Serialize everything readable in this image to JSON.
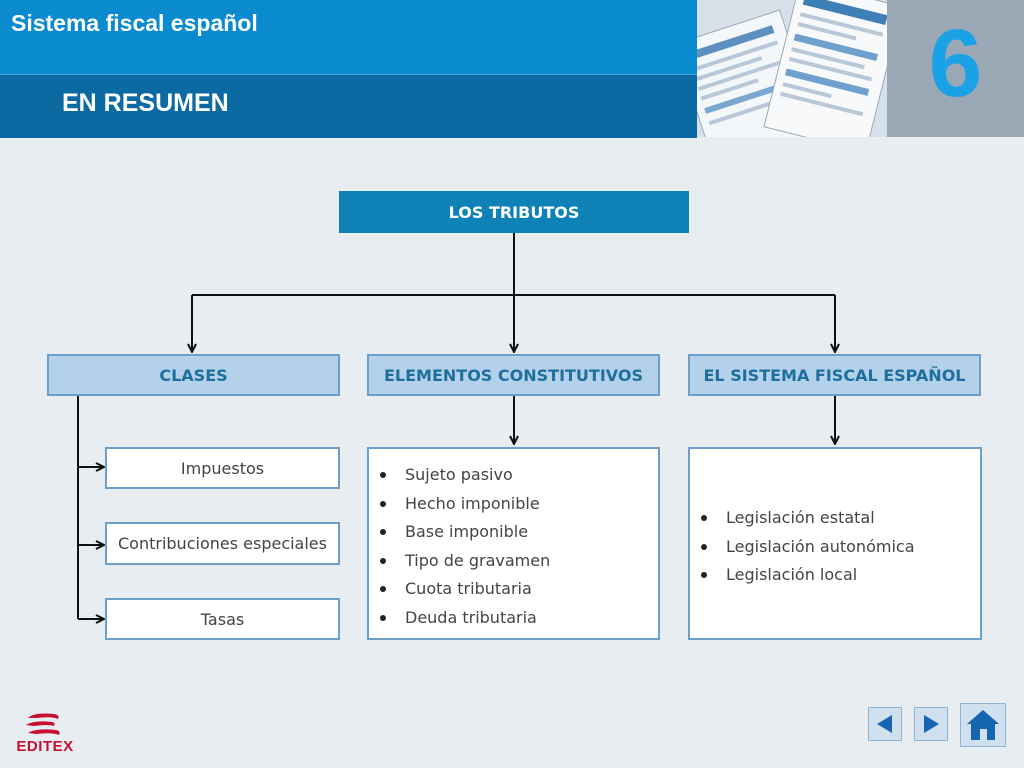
{
  "header": {
    "app_title": "Sistema fiscal español",
    "section_title": "EN RESUMEN",
    "chapter_number": "6"
  },
  "diagram": {
    "root": "LOS TRIBUTOS",
    "categories": [
      {
        "title": "CLASES",
        "items": [
          "Impuestos",
          "Contribuciones especiales",
          "Tasas"
        ]
      },
      {
        "title": "ELEMENTOS CONSTITUTIVOS",
        "items": [
          "Sujeto pasivo",
          "Hecho imponible",
          "Base imponible",
          "Tipo de gravamen",
          "Cuota tributaria",
          "Deuda tributaria"
        ]
      },
      {
        "title": "EL SISTEMA FISCAL ESPAÑOL",
        "items": [
          "Legislación estatal",
          "Legislación autonómica",
          "Legislación local"
        ]
      }
    ]
  },
  "footer": {
    "logo_text": "EDITEX",
    "prev_icon": "triangle-left-icon",
    "next_icon": "triangle-right-icon",
    "home_icon": "home-icon"
  },
  "colors": {
    "header_top": "#0a8bd0",
    "header_bottom": "#0a6aa1",
    "root_fill": "#0e81b6",
    "category_fill": "#b4d1eb",
    "category_text": "#1e6e9e",
    "box_border": "#6e9fc9",
    "chapter_number": "#1aa1e6",
    "logo": "#c8102e"
  }
}
